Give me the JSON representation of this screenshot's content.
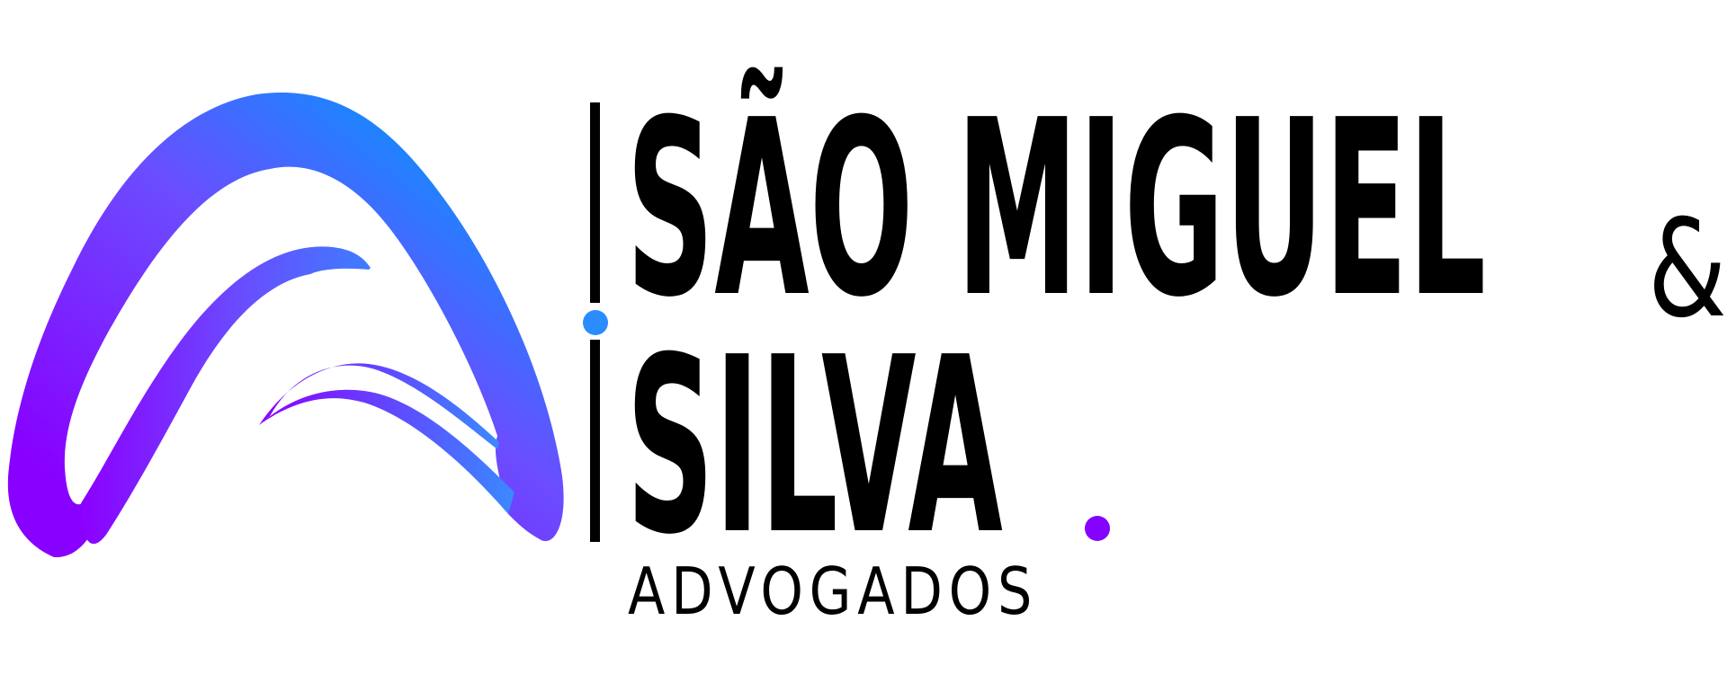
{
  "brand": {
    "name_line1": "SÃO MIGUEL",
    "ampersand": "&",
    "name_line2": "SILVA",
    "tagline": "ADVOGADOS"
  },
  "colors": {
    "text": "#000000",
    "gradient_blue": "#0099ff",
    "gradient_mid": "#6b4dff",
    "gradient_purple": "#8800ff",
    "divider_dot": "#2a8cff",
    "period_dot": "#8400ff"
  },
  "icons": {
    "logo_mark": "stylized-arch-A-mark"
  }
}
